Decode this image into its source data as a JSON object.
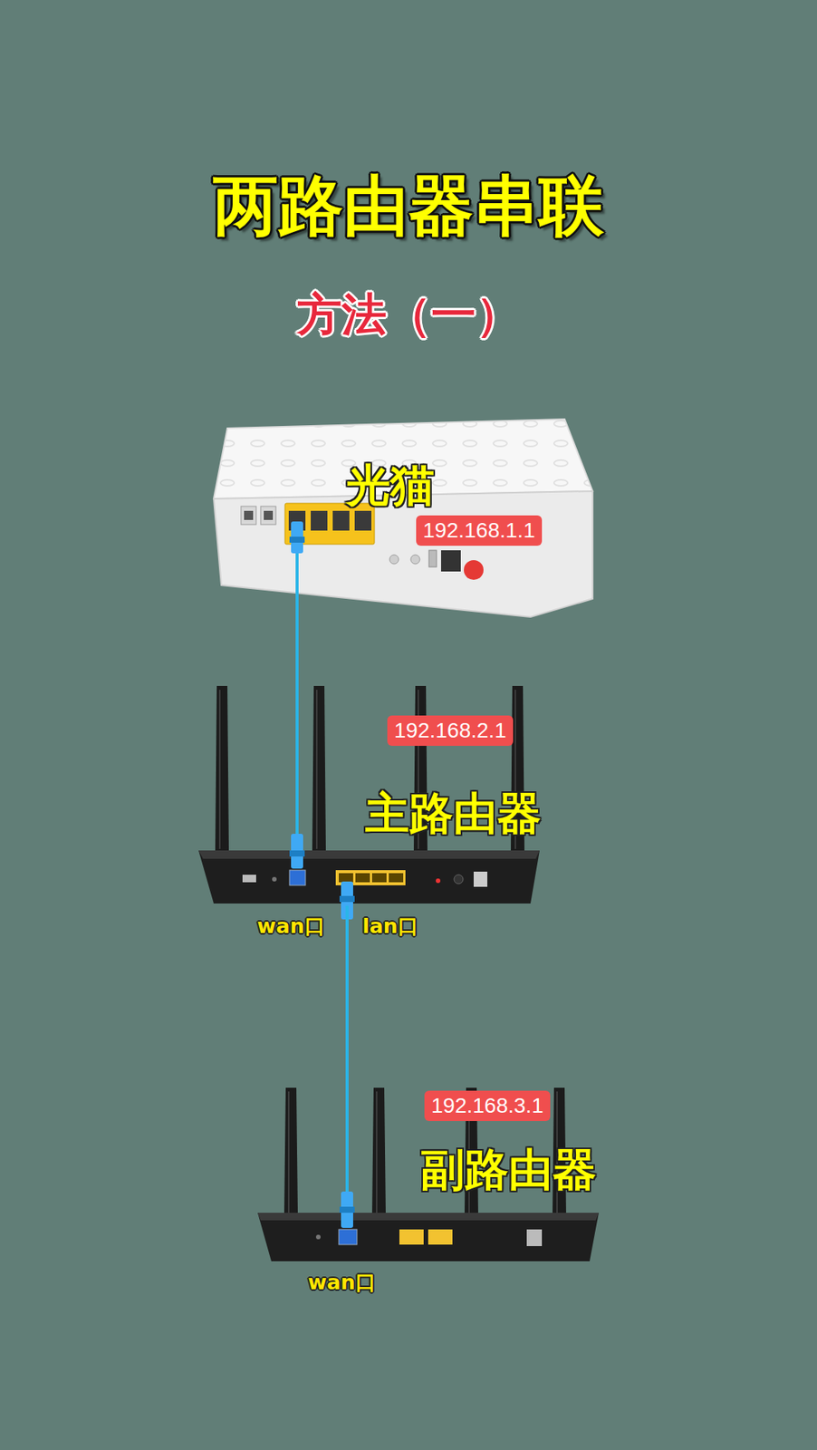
{
  "diagram": {
    "title": "两路由器串联",
    "nodes": [
      {
        "text": [
          "光猫",
          "192.168.1.1"
        ]
      },
      {
        "text": [
          "192.168.2.1",
          "主路由器"
        ]
      },
      {
        "text": [
          "192.168.3.1",
          "副路由器"
        ]
      }
    ],
    "edges": [
      {
        "from": 0,
        "to": 1,
        "arrow": "none"
      },
      {
        "from": 1,
        "to": 2,
        "arrow": "none"
      }
    ],
    "labels": [
      "方法（一）",
      "wan口",
      "lan口",
      "wan口"
    ]
  }
}
